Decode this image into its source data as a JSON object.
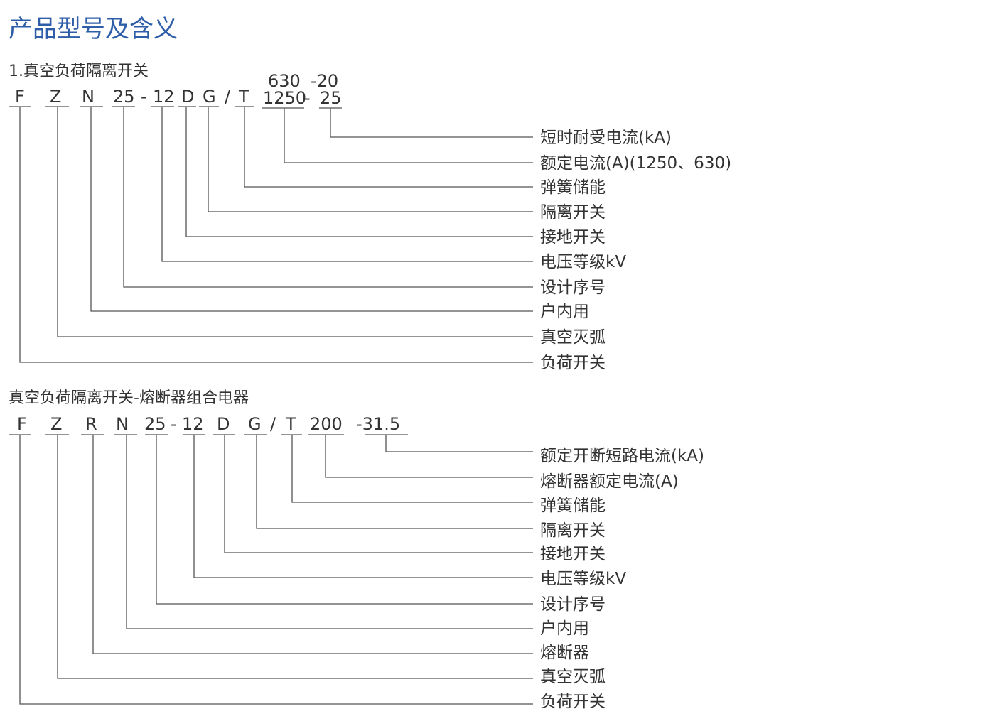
{
  "title": "产品型号及含义",
  "sections": [
    {
      "heading": "1.真空负荷隔离开关",
      "upper_values": {
        "current": "630",
        "kA": "-20"
      },
      "codes": [
        "F",
        "Z",
        "N",
        "25",
        "-",
        "12",
        "D",
        "G",
        "/",
        "T",
        "1250",
        "-",
        "25"
      ],
      "meanings": [
        "短时耐受电流(kA)",
        "额定电流(A)(1250、630)",
        "弹簧储能",
        "隔离开关",
        "接地开关",
        "电压等级kV",
        "设计序号",
        "户内用",
        "真空灭弧",
        "负荷开关"
      ]
    },
    {
      "heading": "真空负荷隔离开关-熔断器组合电器",
      "codes": [
        "F",
        "Z",
        "R",
        "N",
        "25",
        "-",
        "12",
        "D",
        "G",
        "/",
        "T",
        "200",
        "-31.5"
      ],
      "meanings": [
        "额定开断短路电流(kA)",
        "熔断器额定电流(A)",
        "弹簧储能",
        "隔离开关",
        "接地开关",
        "电压等级kV",
        "设计序号",
        "户内用",
        "熔断器",
        "真空灭弧",
        "负荷开关"
      ]
    }
  ],
  "colors": {
    "title": "#2f5ea8",
    "text": "#333333",
    "line": "#555555"
  }
}
